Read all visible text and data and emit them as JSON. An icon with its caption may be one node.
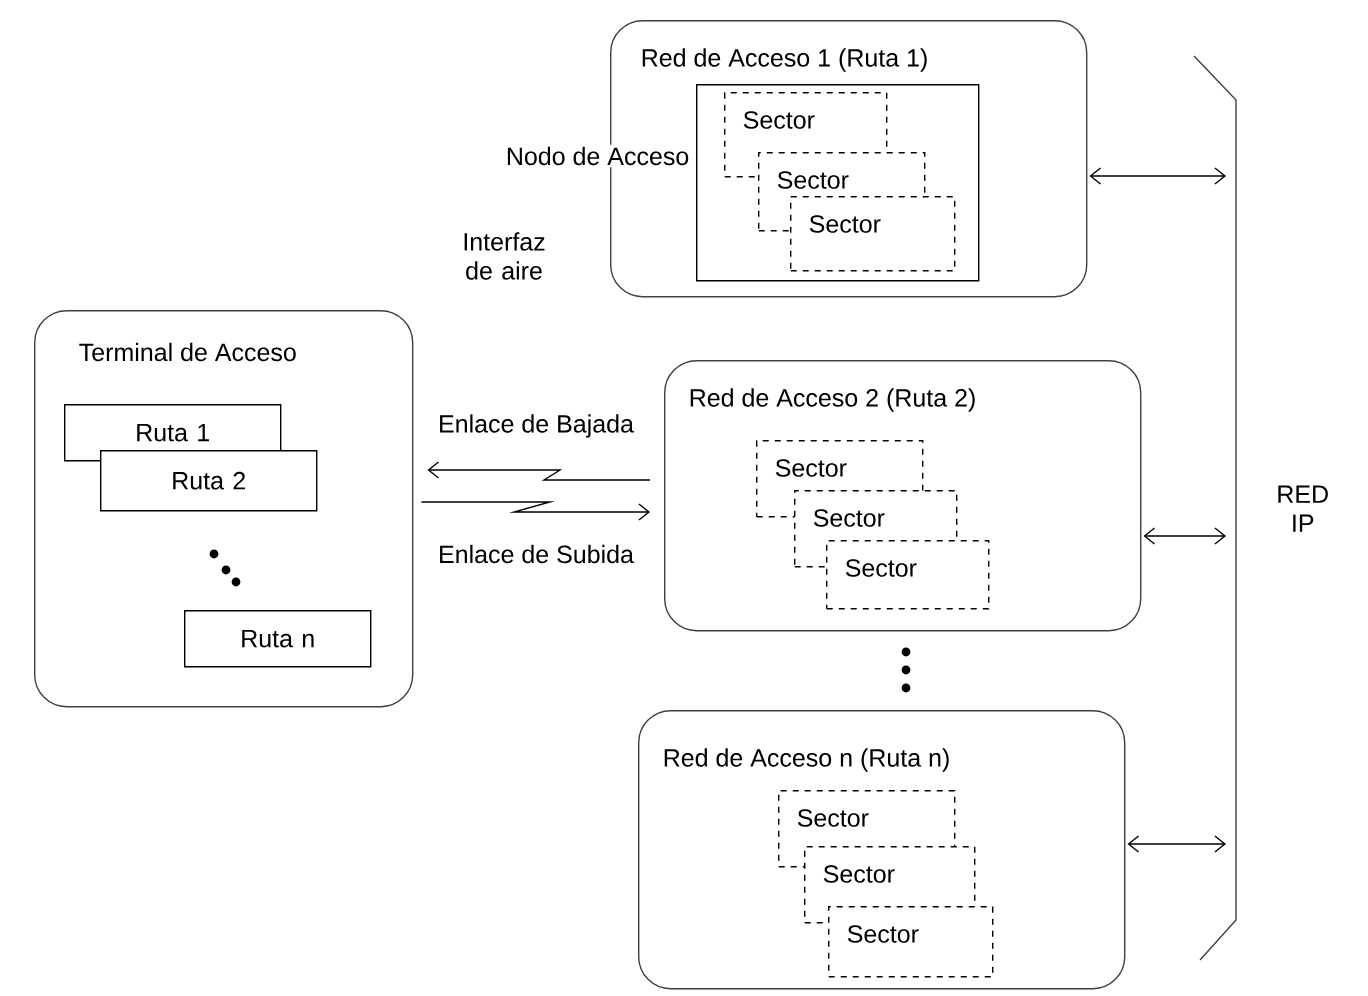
{
  "diagram": {
    "nodes": [
      {
        "text": [
          "Red de Acceso 1 (Ruta 1)"
        ]
      },
      {
        "text": [],
        "shape": "box",
        "in": 0,
        "beside": [
          "Nodo de Acceso"
        ]
      },
      {
        "text": [
          "Sector"
        ],
        "in": 1
      },
      {
        "text": [
          "Sector"
        ],
        "in": 1
      },
      {
        "text": [
          "Sector"
        ],
        "in": 1
      },
      {
        "text": [
          "Terminal de Acceso"
        ]
      },
      {
        "text": [
          "Ruta 1"
        ],
        "in": 5
      },
      {
        "text": [
          "Ruta 2"
        ],
        "in": 5
      },
      {
        "text": [
          "Ruta n"
        ],
        "in": 5
      },
      {
        "text": [
          "Red de Acceso 2 (Ruta 2)"
        ]
      },
      {
        "text": [
          "Sector"
        ],
        "in": 9
      },
      {
        "text": [
          "Sector"
        ],
        "in": 9
      },
      {
        "text": [
          "Sector"
        ],
        "in": 9
      },
      {
        "text": [
          "Red de Acceso n (Ruta n)"
        ]
      },
      {
        "text": [
          "Sector"
        ],
        "in": 13
      },
      {
        "text": [
          "Sector"
        ],
        "in": 13
      },
      {
        "text": [
          "Sector"
        ],
        "in": 13
      },
      {
        "text": [
          "RED IP"
        ]
      }
    ],
    "edges": [
      {
        "from": 0,
        "to": 17,
        "arrow": "both"
      },
      {
        "from": 9,
        "to": 17,
        "arrow": "both"
      },
      {
        "from": 13,
        "to": 17,
        "arrow": "both"
      },
      {
        "from": 9,
        "to": 5,
        "arrow": "to",
        "label": "Enlace de Bajada"
      },
      {
        "from": 5,
        "to": 9,
        "arrow": "to",
        "label": "Enlace de Subida"
      }
    ],
    "labels": [
      "Interfaz de aire"
    ]
  }
}
